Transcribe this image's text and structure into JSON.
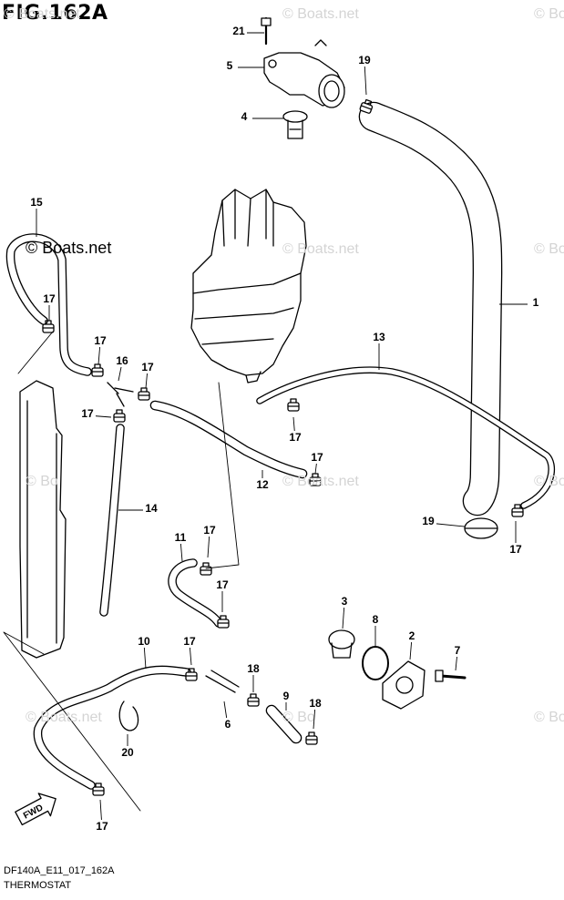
{
  "figure": {
    "title": "FIG.162A",
    "code": "DF140A_E11_017_162A",
    "section": "THERMOSTAT",
    "fwd_label": "FWD"
  },
  "watermarks": [
    "© Boats.net",
    "© Boats.net",
    "© Boats.net",
    "© Boats.net",
    "© Boats.net",
    "© Bo",
    "© Boats.net",
    "© Boats.net",
    "© Bo",
    "© Boats.net",
    "© Boats.net",
    "© Boats.net"
  ],
  "callouts": [
    "21",
    "5",
    "19",
    "4",
    "15",
    "1",
    "17",
    "17",
    "16",
    "17",
    "17",
    "13",
    "17",
    "17",
    "12",
    "14",
    "19",
    "17",
    "11",
    "17",
    "17",
    "3",
    "8",
    "2",
    "7",
    "10",
    "17",
    "18",
    "9",
    "18",
    "6",
    "20",
    "17"
  ]
}
